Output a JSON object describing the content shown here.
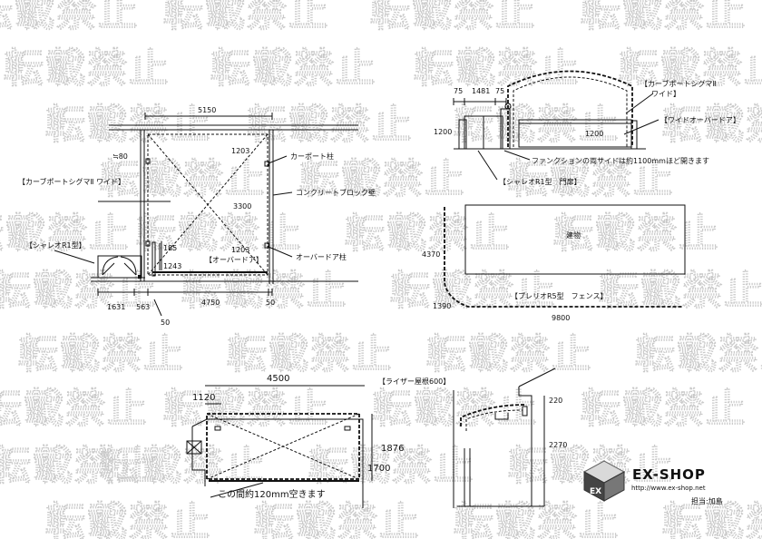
{
  "watermark": "転載禁止",
  "plan": {
    "dim_top": "5150",
    "dim_left": "≒80",
    "dim_1203_top": "1203",
    "dim_3300": "3300",
    "dim_1203_bottom": "1203",
    "dim_185": "185",
    "dim_1243": "1243",
    "dim_1631": "1631",
    "dim_563": "563",
    "dim_4750": "4750",
    "dim_50_right": "50",
    "dim_50_bottom": "50",
    "label_carport_post": "カーポート柱",
    "label_block_wall": "コンクリートブロック壁",
    "label_overdoor_post": "オーバードア柱",
    "label_carport": "【カーブポートシグマⅡ ワイド】",
    "label_gate": "【シャレオR1型】",
    "label_overdoor": "【オーバードア】"
  },
  "elevation": {
    "dim_75_left": "75",
    "dim_1481": "1481",
    "dim_75_right": "75",
    "dim_1200_left": "1200",
    "dim_1200_right": "1200",
    "label_carport": "【カーブポートシグマⅡ",
    "label_carport_2": "ワイド】",
    "label_wide_overdoor": "【ワイドオーバードア】",
    "note_gap": "ファンクションの両サイドは約1100mmほど開きます",
    "label_gate_pillar": "【シャレオR1型　門扉】"
  },
  "site": {
    "building": "建物",
    "dim_4370": "4370",
    "dim_1390": "1390",
    "dim_9800": "9800",
    "label_fence": "【プレリオR5型　フェンス】"
  },
  "roof_plan": {
    "dim_4500": "4500",
    "dim_1120": "1120",
    "dim_1876": "1876",
    "dim_1700": "1700",
    "note_gap": "この間約120mm空きます"
  },
  "section": {
    "label_riser": "【ライザー屋根600】",
    "dim_220": "220",
    "dim_2270": "2270"
  },
  "brand": {
    "name": "EX-SHOP",
    "url": "http://www.ex-shop.net",
    "staff": "担当:加島",
    "logo_letters": "EX"
  }
}
